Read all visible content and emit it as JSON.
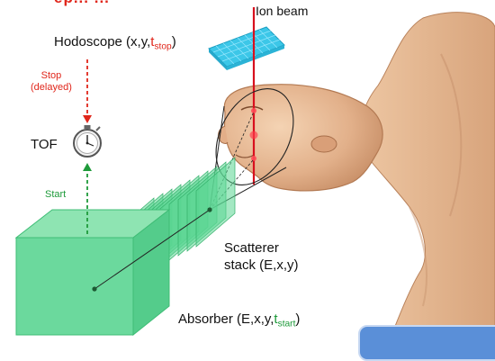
{
  "labels": {
    "title_fragment": "ep... ...",
    "ion_beam": "Ion beam",
    "hodoscope_prefix": "Hodoscope (x,y,",
    "hodoscope_t": "t",
    "hodoscope_sub": "stop",
    "hodoscope_suffix": ")",
    "stop_line1": "Stop",
    "stop_line2": "(delayed)",
    "tof": "TOF",
    "start": "Start",
    "scatterer_line1": "Scatterer",
    "scatterer_line2": "stack (E,x,y)",
    "absorber_prefix": "Absorber (E,x,y,",
    "absorber_t": "t",
    "absorber_sub": "start",
    "absorber_suffix": ")"
  },
  "colors": {
    "stop_red": "#e0261b",
    "start_green": "#1e9a3a",
    "detector_green": "#4fce85",
    "hodoscope_cyan": "#39c8e8",
    "skin": "#e3b590",
    "box_blue": "#5a8fd8"
  },
  "icons": [
    "stopwatch-icon"
  ]
}
